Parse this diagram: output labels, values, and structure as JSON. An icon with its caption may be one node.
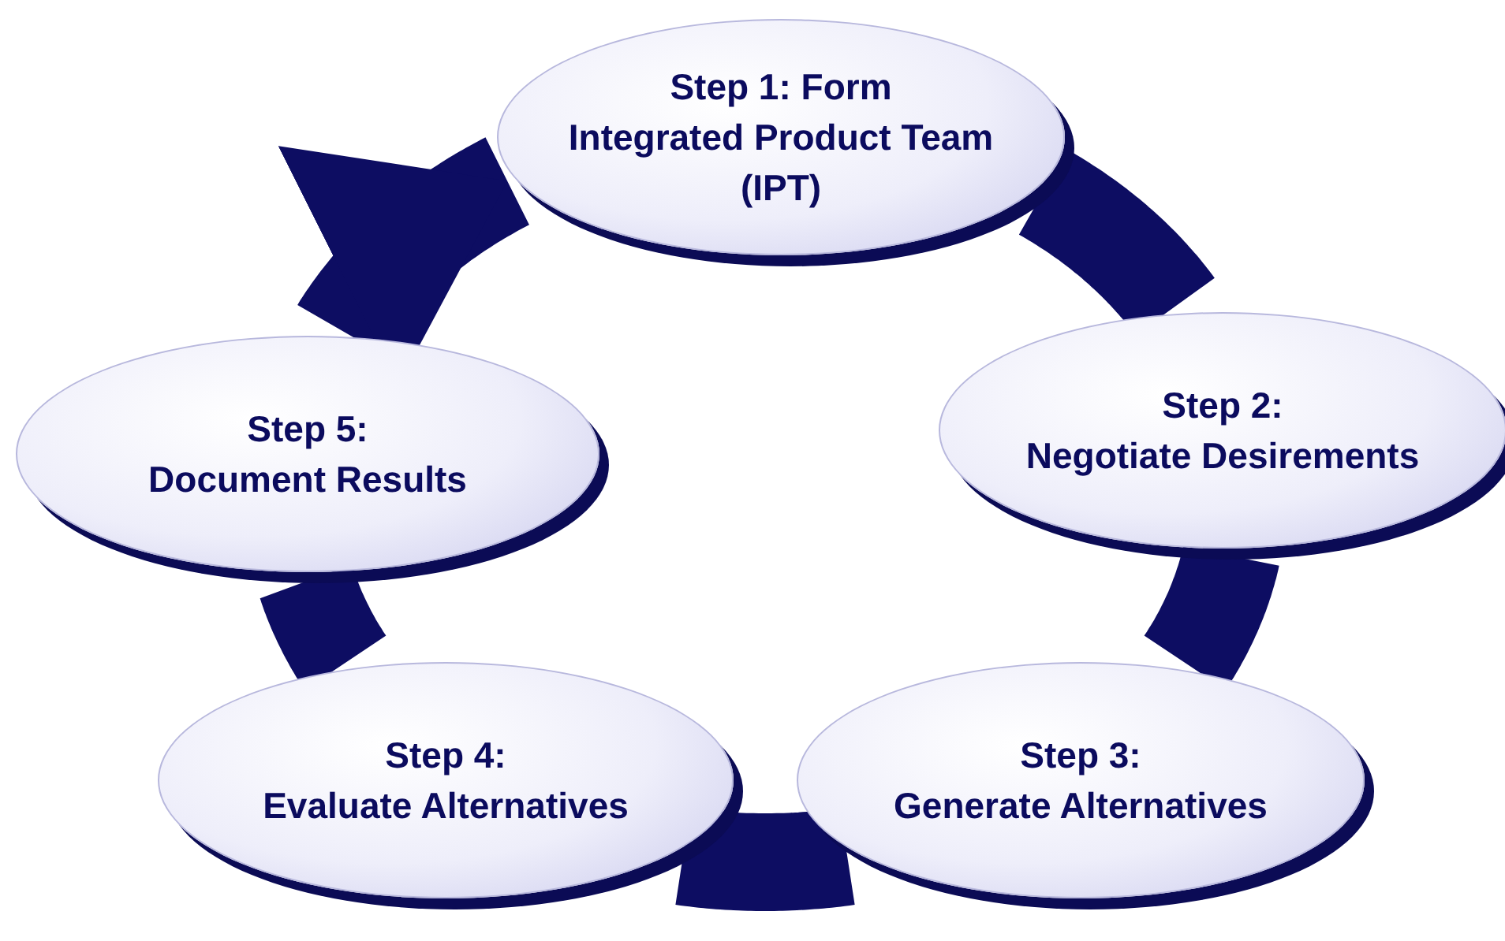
{
  "diagram": {
    "nodes": [
      {
        "text": [
          "Step 1: Form",
          "Integrated Product Team (IPT)"
        ]
      },
      {
        "text": [
          "Step 2:",
          "Negotiate Desirements"
        ]
      },
      {
        "text": [
          "Step 3:",
          "Generate Alternatives"
        ]
      },
      {
        "text": [
          "Step 4:",
          "Evaluate Alternatives"
        ]
      },
      {
        "text": [
          "Step 5:",
          "Document Results"
        ]
      }
    ],
    "edges": [
      {
        "from": 0,
        "to": 1,
        "arrow": "none"
      },
      {
        "from": 1,
        "to": 2,
        "arrow": "none"
      },
      {
        "from": 2,
        "to": 3,
        "arrow": "none"
      },
      {
        "from": 3,
        "to": 4,
        "arrow": "none"
      },
      {
        "from": 4,
        "to": 0,
        "arrow": "to"
      }
    ]
  }
}
